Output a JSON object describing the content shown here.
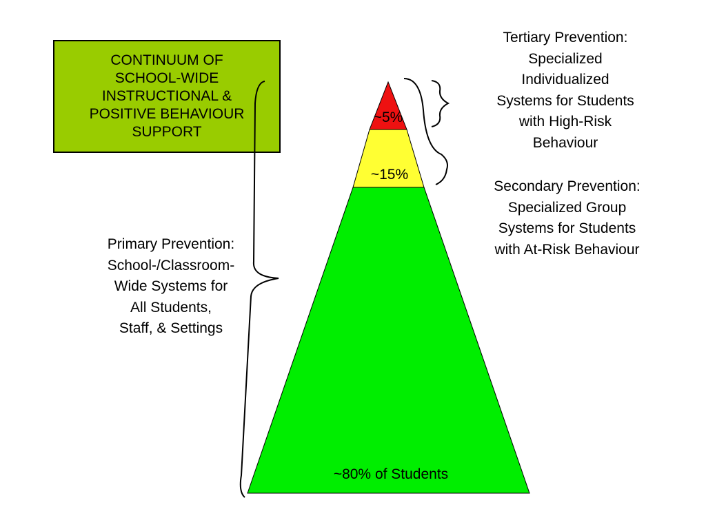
{
  "title": {
    "lines": [
      "CONTINUUM OF",
      "SCHOOL-WIDE",
      "INSTRUCTIONAL &",
      "POSITIVE BEHAVIOUR",
      "SUPPORT"
    ],
    "background": "#99cc00"
  },
  "pyramid": {
    "tiers": [
      {
        "name": "tertiary",
        "label": "~5%",
        "color": "#ee1111"
      },
      {
        "name": "secondary",
        "label": "~15%",
        "color": "#ffff33"
      },
      {
        "name": "primary",
        "label": "~80% of Students",
        "color": "#00ee00"
      }
    ]
  },
  "descriptions": {
    "tertiary": [
      "Tertiary Prevention:",
      "Specialized",
      "Individualized",
      "Systems for Students",
      "with High-Risk",
      "Behaviour"
    ],
    "secondary": [
      "Secondary Prevention:",
      "Specialized Group",
      "Systems for Students",
      "with At-Risk Behaviour"
    ],
    "primary": [
      "Primary Prevention:",
      "School-/Classroom-",
      "Wide Systems for",
      "All Students,",
      "Staff, & Settings"
    ]
  }
}
